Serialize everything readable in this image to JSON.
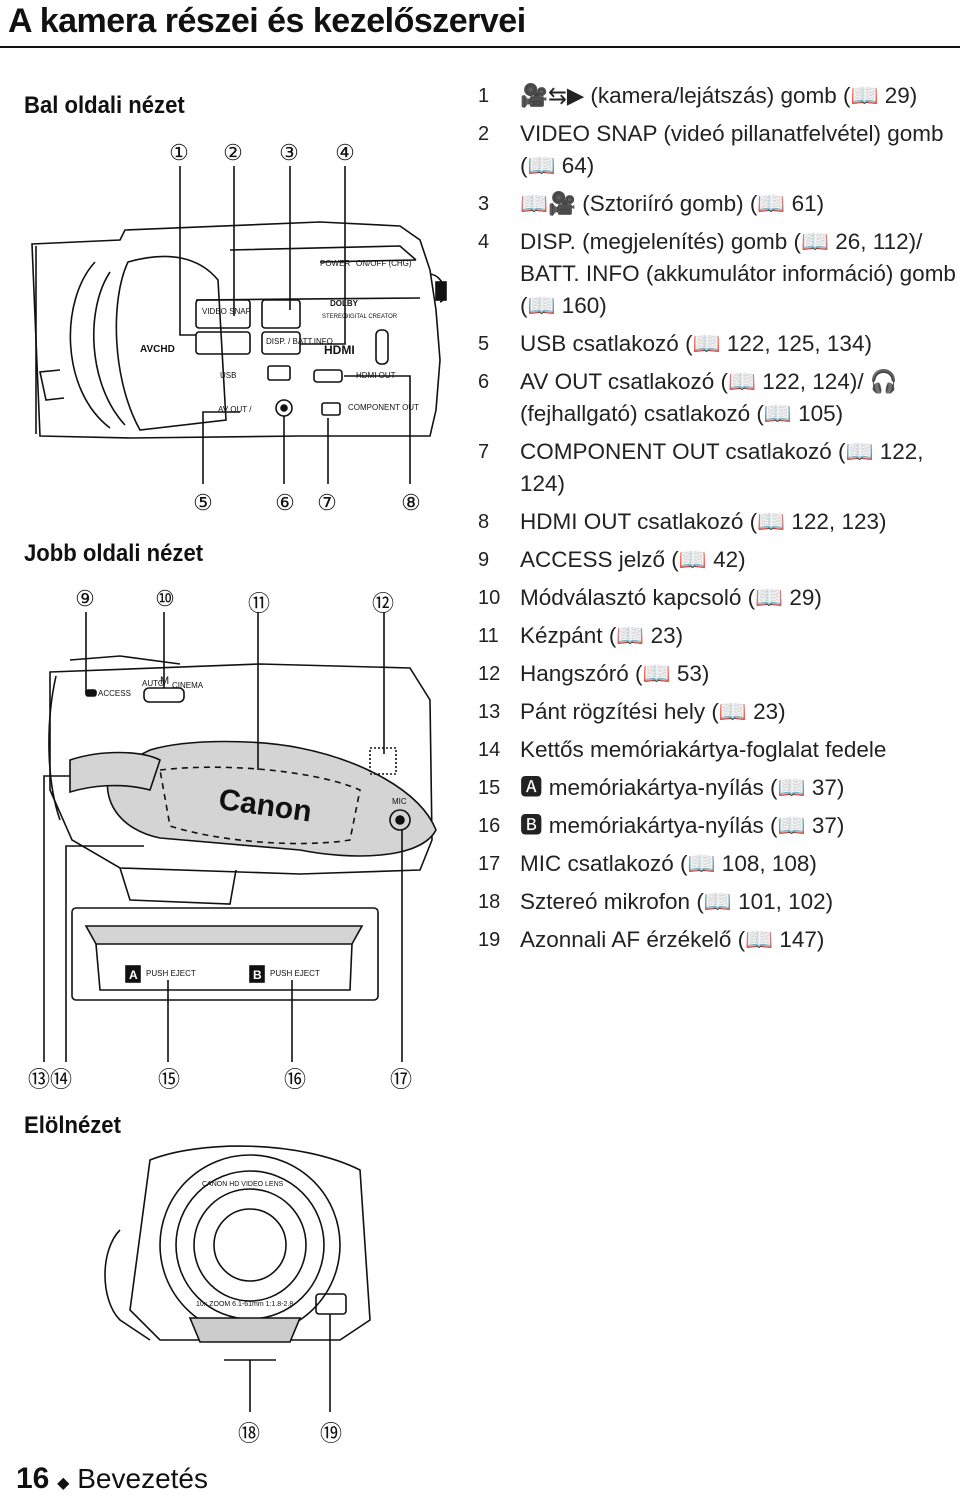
{
  "page": {
    "title": "A kamera részei és kezelőszervei",
    "footer": {
      "page_number": "16",
      "separator": "◆",
      "section": "Bevezetés"
    }
  },
  "sections": {
    "left_view": "Bal oldali nézet",
    "right_view": "Jobb oldali nézet",
    "front_view": "Elölnézet"
  },
  "callouts": {
    "top": [
      "①",
      "②",
      "③",
      "④"
    ],
    "mid": [
      "⑤",
      "⑥",
      "⑦",
      "⑧"
    ],
    "right_top": [
      "⑨",
      "⑩",
      "⑪",
      "⑫"
    ],
    "bottom": [
      "⑬⑭",
      "⑮",
      "⑯",
      "⑰"
    ],
    "front": [
      "⑱",
      "⑲"
    ]
  },
  "camera_labels": {
    "avchd": "AVCHD",
    "video_snap": "VIDEO SNAP",
    "disp": "DISP. / BATT.INFO",
    "hdmi": "HDMI",
    "hdmi_out": "HDMI OUT",
    "usb": "USB",
    "av_out": "AV OUT /",
    "component": "COMPONENT OUT",
    "power": "POWER",
    "onoff": "ON/OFF (CHG)",
    "dolby": "DOLBY",
    "stereo": "STEREO",
    "digital": "DIGITAL CREATOR",
    "access": "ACCESS",
    "auto": "AUTO",
    "mode_m": "M",
    "cinema": "CINEMA",
    "canon": "Canon",
    "mic": "MIC",
    "slot_a": "A",
    "slot_b": "B",
    "push_eject": "PUSH EJECT",
    "lens_top": "CANON HD VIDEO LENS",
    "lens_bottom": "10x ZOOM 6.1-61mm 1:1.8-2.8"
  },
  "items": [
    {
      "num": "1",
      "text": "🎥⇆▶ (kamera/lejátszás) gomb (📖 29)"
    },
    {
      "num": "2",
      "text": "VIDEO SNAP (videó pillanatfelvétel) gomb (📖 64)"
    },
    {
      "num": "3",
      "text": "📖🎥 (Sztoriíró gomb) (📖 61)"
    },
    {
      "num": "4",
      "text": "DISP. (megjelenítés) gomb (📖 26, 112)/ BATT. INFO (akkumulátor információ) gomb (📖 160)"
    },
    {
      "num": "5",
      "text": "USB csatlakozó (📖 122, 125, 134)"
    },
    {
      "num": "6",
      "text": "AV OUT csatlakozó (📖 122, 124)/ 🎧 (fejhallgató) csatlakozó (📖 105)"
    },
    {
      "num": "7",
      "text": "COMPONENT OUT csatlakozó (📖 122, 124)"
    },
    {
      "num": "8",
      "text": "HDMI OUT csatlakozó (📖 122, 123)"
    },
    {
      "num": "9",
      "text": "ACCESS jelző (📖 42)"
    },
    {
      "num": "10",
      "text": "Módválasztó kapcsoló (📖 29)"
    },
    {
      "num": "11",
      "text": "Kézpánt (📖 23)"
    },
    {
      "num": "12",
      "text": "Hangszóró (📖 53)"
    },
    {
      "num": "13",
      "text": "Pánt rögzítési hely (📖 23)"
    },
    {
      "num": "14",
      "text": "Kettős memóriakártya-foglalat fedele"
    },
    {
      "num": "15",
      "text": "🅰 memóriakártya-nyílás (📖 37)"
    },
    {
      "num": "16",
      "text": "🅱 memóriakártya-nyílás (📖 37)"
    },
    {
      "num": "17",
      "text": "MIC csatlakozó (📖 108, 108)"
    },
    {
      "num": "18",
      "text": "Sztereó mikrofon (📖 101, 102)"
    },
    {
      "num": "19",
      "text": "Azonnali AF érzékelő (📖 147)"
    }
  ]
}
